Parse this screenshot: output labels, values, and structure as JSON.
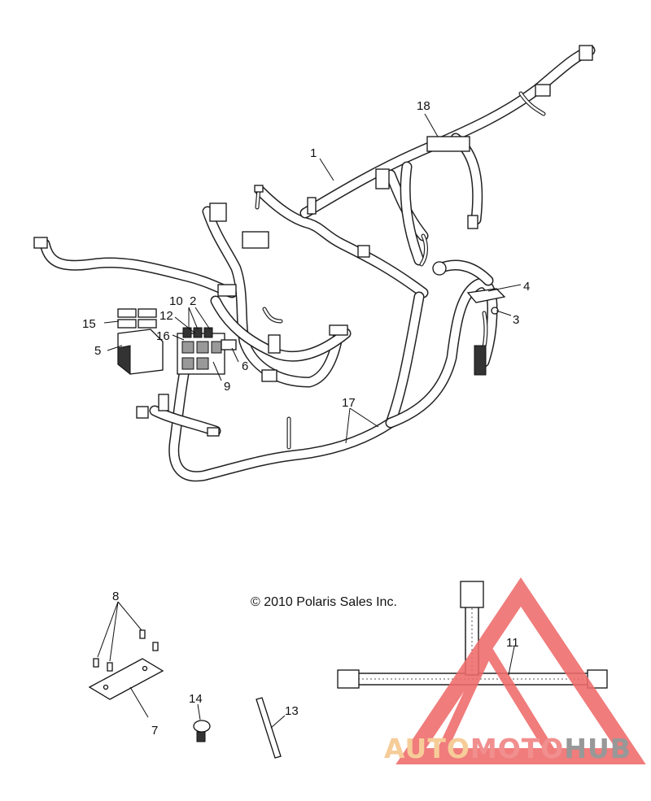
{
  "diagram": {
    "callouts": [
      {
        "id": "c1",
        "text": "1"
      },
      {
        "id": "c2",
        "text": "2"
      },
      {
        "id": "c3",
        "text": "3"
      },
      {
        "id": "c4",
        "text": "4"
      },
      {
        "id": "c5",
        "text": "5"
      },
      {
        "id": "c6",
        "text": "6"
      },
      {
        "id": "c7",
        "text": "7"
      },
      {
        "id": "c8",
        "text": "8"
      },
      {
        "id": "c9",
        "text": "9"
      },
      {
        "id": "c10",
        "text": "10"
      },
      {
        "id": "c11",
        "text": "11"
      },
      {
        "id": "c12",
        "text": "12"
      },
      {
        "id": "c13",
        "text": "13"
      },
      {
        "id": "c14",
        "text": "14"
      },
      {
        "id": "c15",
        "text": "15"
      },
      {
        "id": "c16",
        "text": "16"
      },
      {
        "id": "c17",
        "text": "17"
      },
      {
        "id": "c18",
        "text": "18"
      }
    ],
    "copyright": "© 2010 Polaris Sales Inc."
  },
  "watermark": {
    "parts": [
      "AUTO",
      "MOTO",
      "HUB"
    ],
    "colors": {
      "auto": "#f5c58a",
      "moto": "#f08080",
      "hub": "#8a8a8a",
      "triangle": "#ee6b6b"
    }
  }
}
